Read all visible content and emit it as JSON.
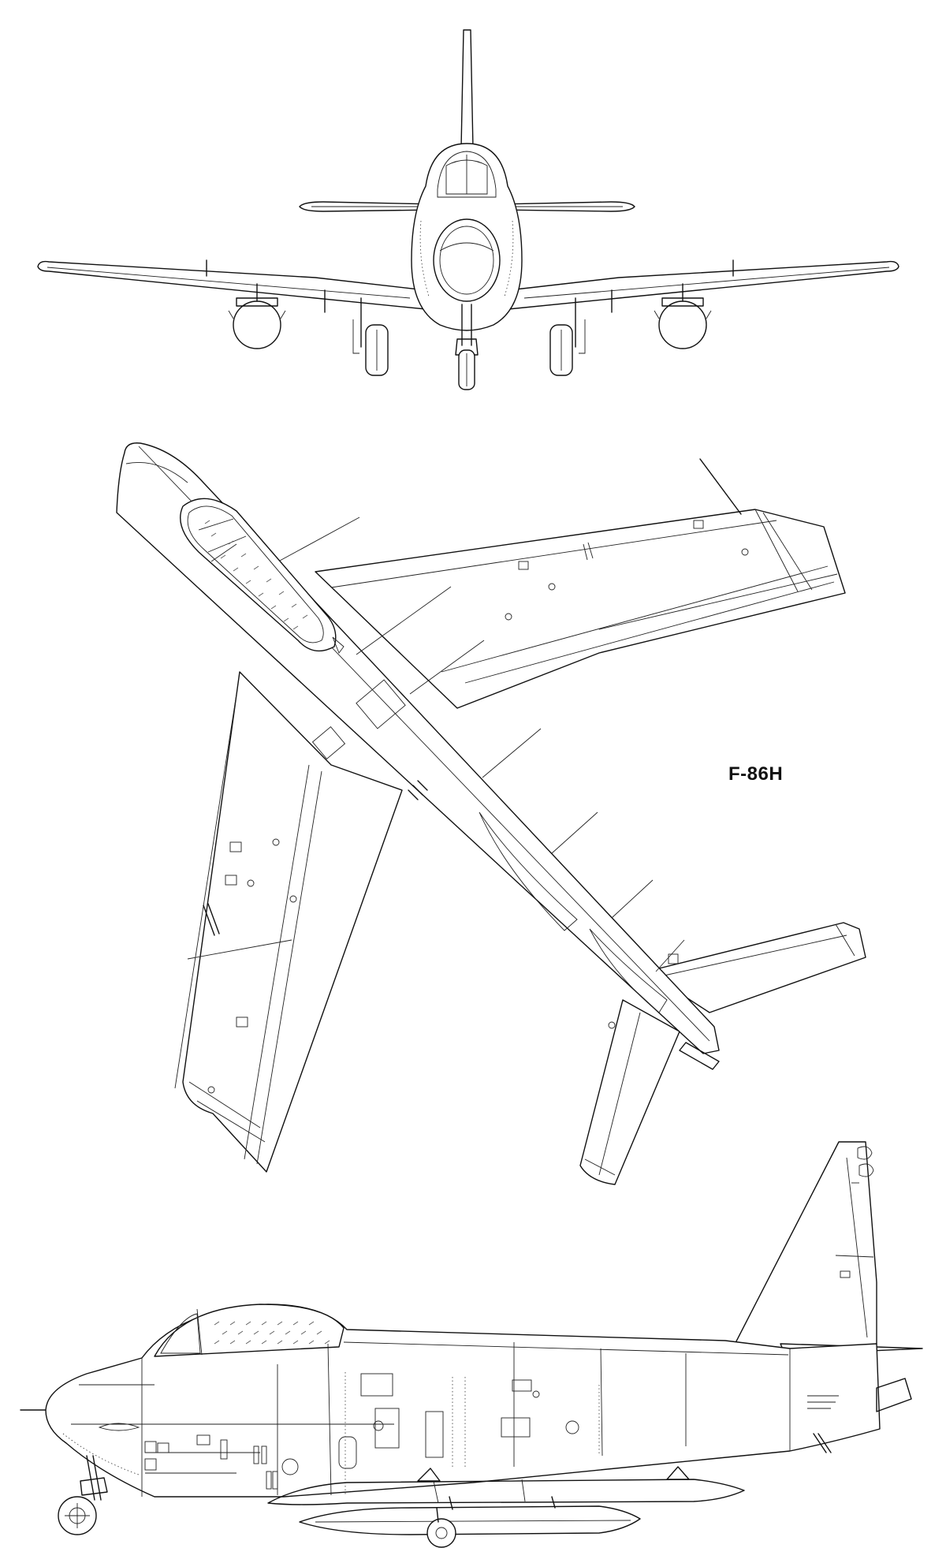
{
  "drawing": {
    "model_label": "F-86H",
    "views": [
      {
        "name": "front-view"
      },
      {
        "name": "top-view"
      },
      {
        "name": "side-view"
      }
    ]
  }
}
